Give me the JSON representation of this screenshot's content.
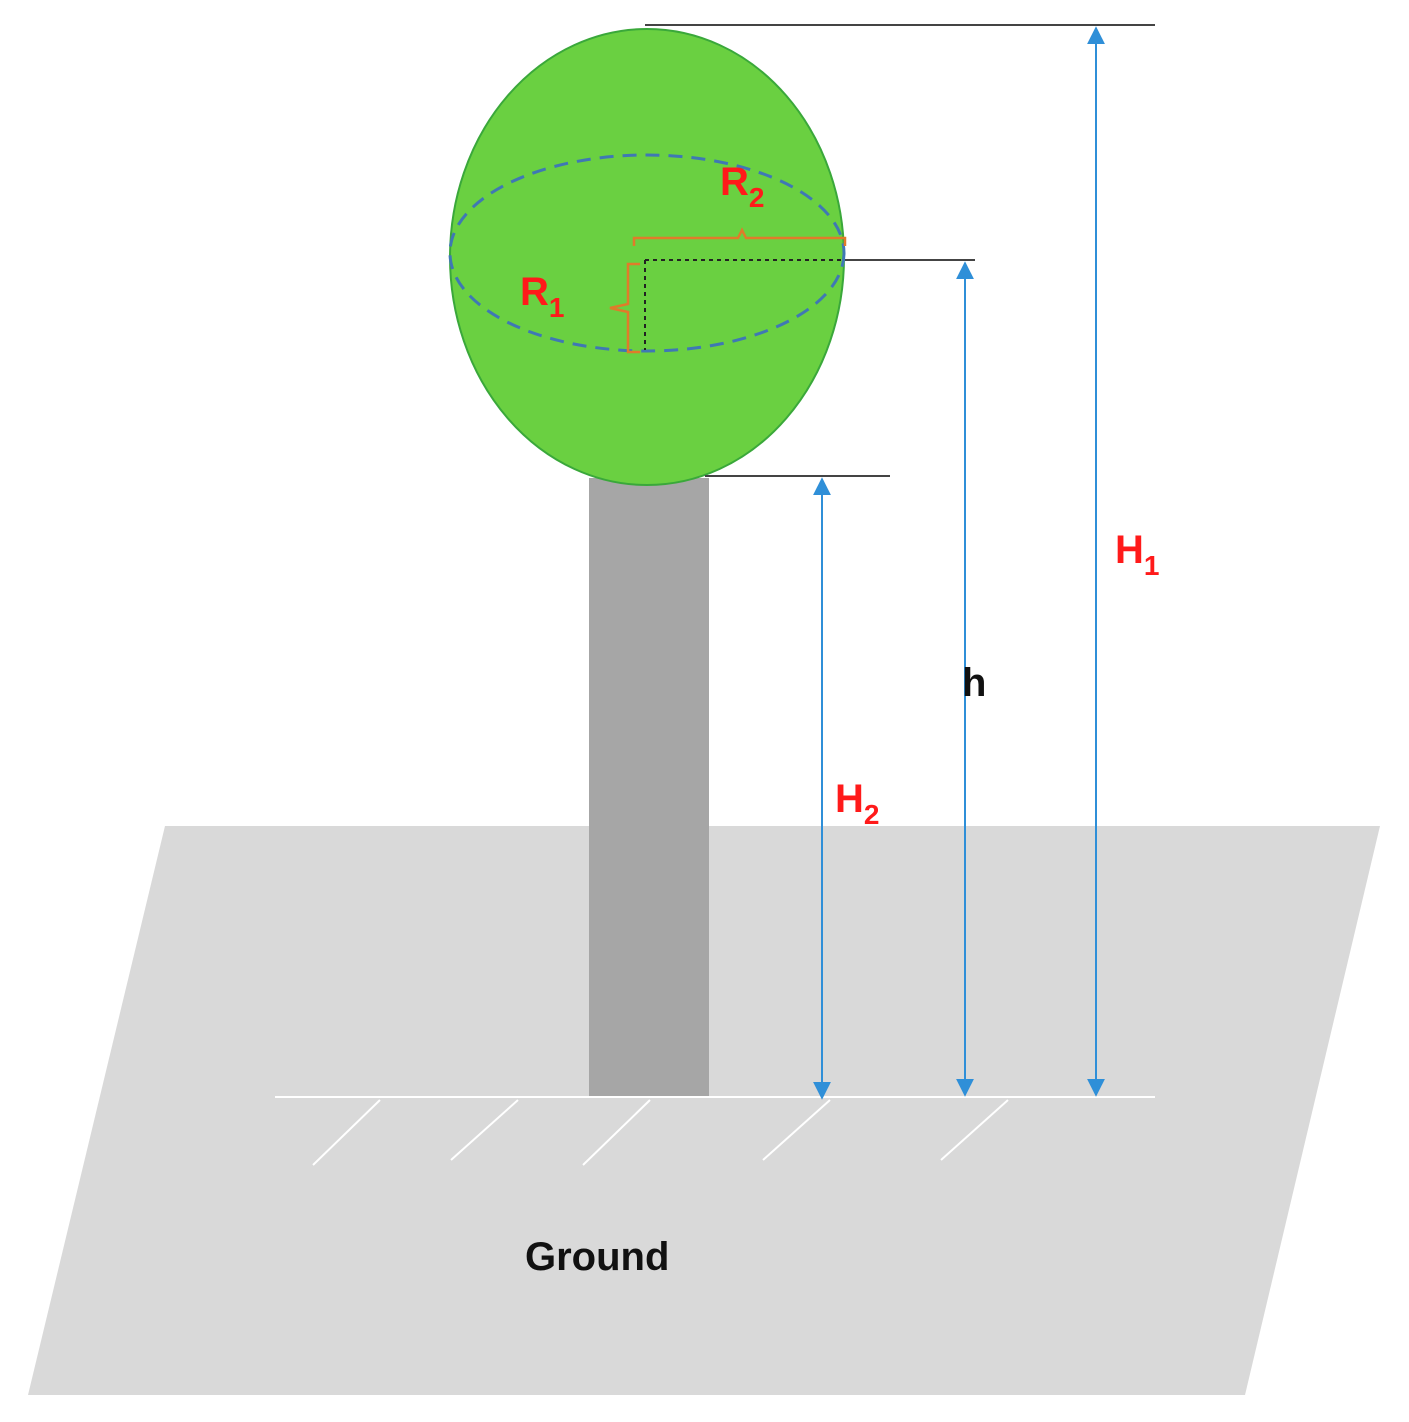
{
  "labels": {
    "r1": {
      "main": "R",
      "sub": "1"
    },
    "r2": {
      "main": "R",
      "sub": "2"
    },
    "h1": {
      "main": "H",
      "sub": "1"
    },
    "h2": {
      "main": "H",
      "sub": "2"
    },
    "h": "h",
    "ground": "Ground"
  },
  "colors": {
    "crown_fill": "#6ad041",
    "crown_stroke": "#3aa83a",
    "dashed_ellipse": "#3f78b4",
    "trunk": "#a6a6a6",
    "ground_plane": "#d9d9d9",
    "dimension_arrow": "#2f8fd8",
    "radius_bracket": "#e07b2a",
    "label_red": "#ff1a1a",
    "label_black": "#111111"
  }
}
